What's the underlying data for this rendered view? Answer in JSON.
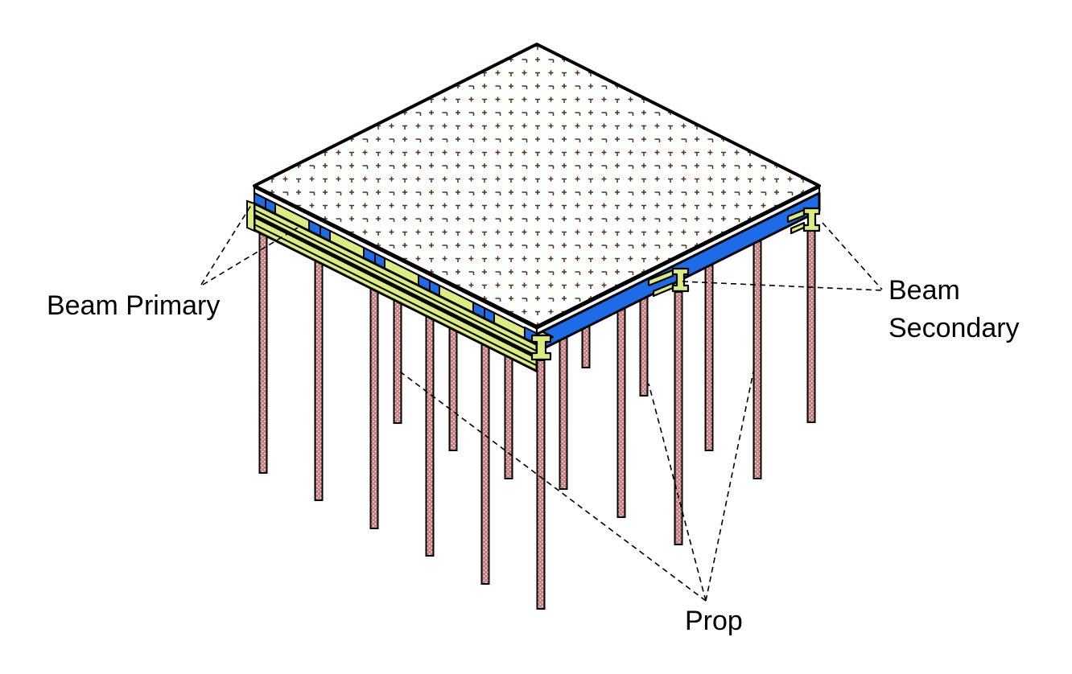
{
  "diagram": {
    "labels": {
      "beam_primary": "Beam Primary",
      "beam_secondary_line1": "Beam",
      "beam_secondary_line2": "Secondary",
      "prop": "Prop"
    },
    "palette": {
      "background": "#ffffff",
      "outline": "#000000",
      "slab_mark": "#5a3010",
      "secondary_blue": "#1b6ce6",
      "primary_yellow": "#dcec80",
      "prop_pink": "#c97c7c",
      "label_text": "#000000"
    }
  }
}
